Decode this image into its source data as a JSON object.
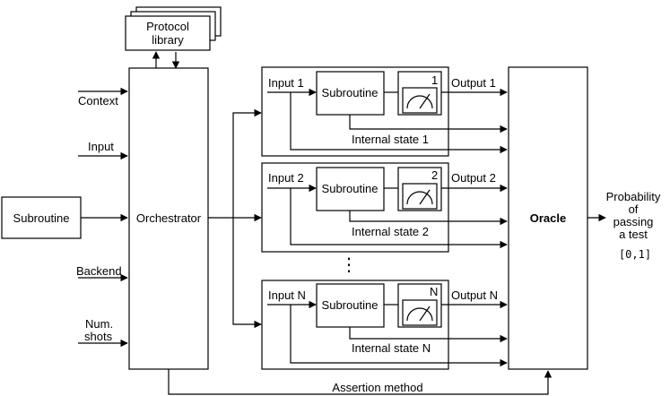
{
  "protocol_library": {
    "line1": "Protocol",
    "line2": "library"
  },
  "left_inputs": {
    "context": "Context",
    "input": "Input",
    "backend": "Backend",
    "num1": "Num.",
    "num2": "shots"
  },
  "subroutine_left": "Subroutine",
  "orchestrator": "Orchestrator",
  "branches": [
    {
      "input": "Input 1",
      "subroutine": "Subroutine",
      "meter": "1",
      "output": "Output 1",
      "state": "Internal state 1"
    },
    {
      "input": "Input 2",
      "subroutine": "Subroutine",
      "meter": "2",
      "output": "Output 2",
      "state": "Internal state 2"
    },
    {
      "input": "Input N",
      "subroutine": "Subroutine",
      "meter": "N",
      "output": "Output N",
      "state": "Internal state N"
    }
  ],
  "ellipsis": "⋮",
  "oracle": "Oracle",
  "result": {
    "l1": "Probability",
    "l2": "of",
    "l3": "passing",
    "l4": "a test",
    "range": "[0,1]"
  },
  "assertion": "Assertion method"
}
